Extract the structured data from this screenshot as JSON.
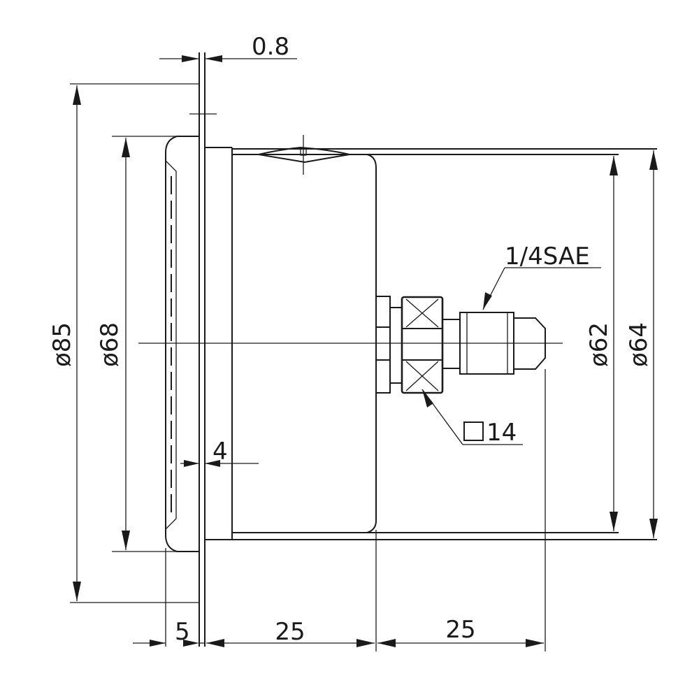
{
  "drawing": {
    "line_color": "#1a1a1a",
    "background": "#ffffff"
  },
  "dimensions": {
    "outer_diameter": "ø85",
    "bezel_diameter": "ø68",
    "case_diameter": "ø62",
    "flange_diameter": "ø64",
    "panel_thickness": "0.8",
    "flange_gap": "4",
    "bezel_depth": "5",
    "case_depth": "25",
    "connector_length": "25",
    "thread": "1/4SAE",
    "hex_size": "14"
  }
}
